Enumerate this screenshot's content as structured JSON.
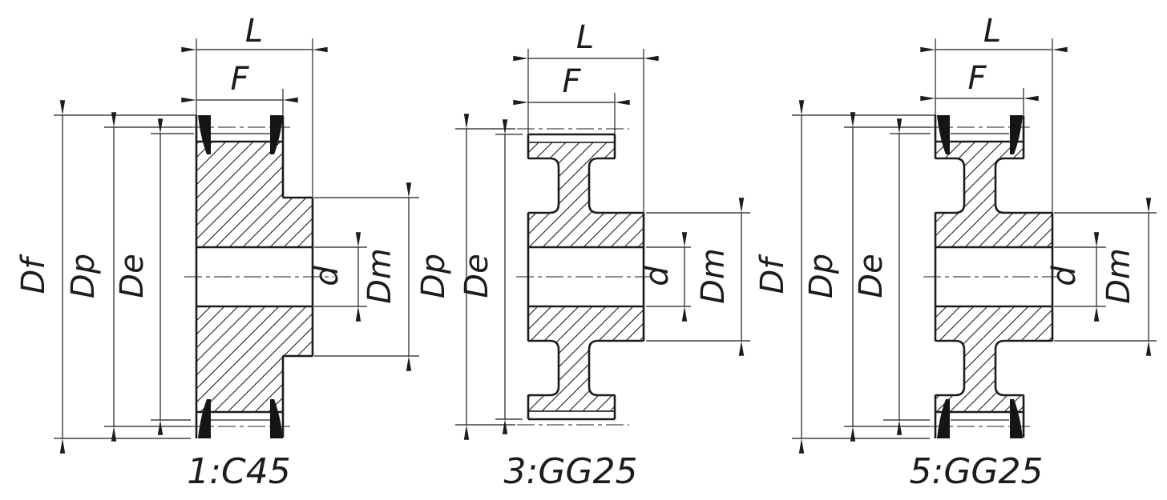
{
  "drawing": {
    "background_color": "#ffffff",
    "line_color": "#1c1c1c",
    "pulleys": [
      {
        "caption": "1:C45",
        "dims": {
          "L": "L",
          "F": "F",
          "Df": "Df",
          "Dp": "Dp",
          "De": "De",
          "d": "d",
          "Dm": "Dm"
        }
      },
      {
        "caption": "3:GG25",
        "dims": {
          "L": "L",
          "F": "F",
          "Dp": "Dp",
          "De": "De",
          "d": "d",
          "Dm": "Dm"
        }
      },
      {
        "caption": "5:GG25",
        "dims": {
          "L": "L",
          "F": "F",
          "Df": "Df",
          "Dp": "Dp",
          "De": "De",
          "d": "d",
          "Dm": "Dm"
        }
      }
    ]
  }
}
